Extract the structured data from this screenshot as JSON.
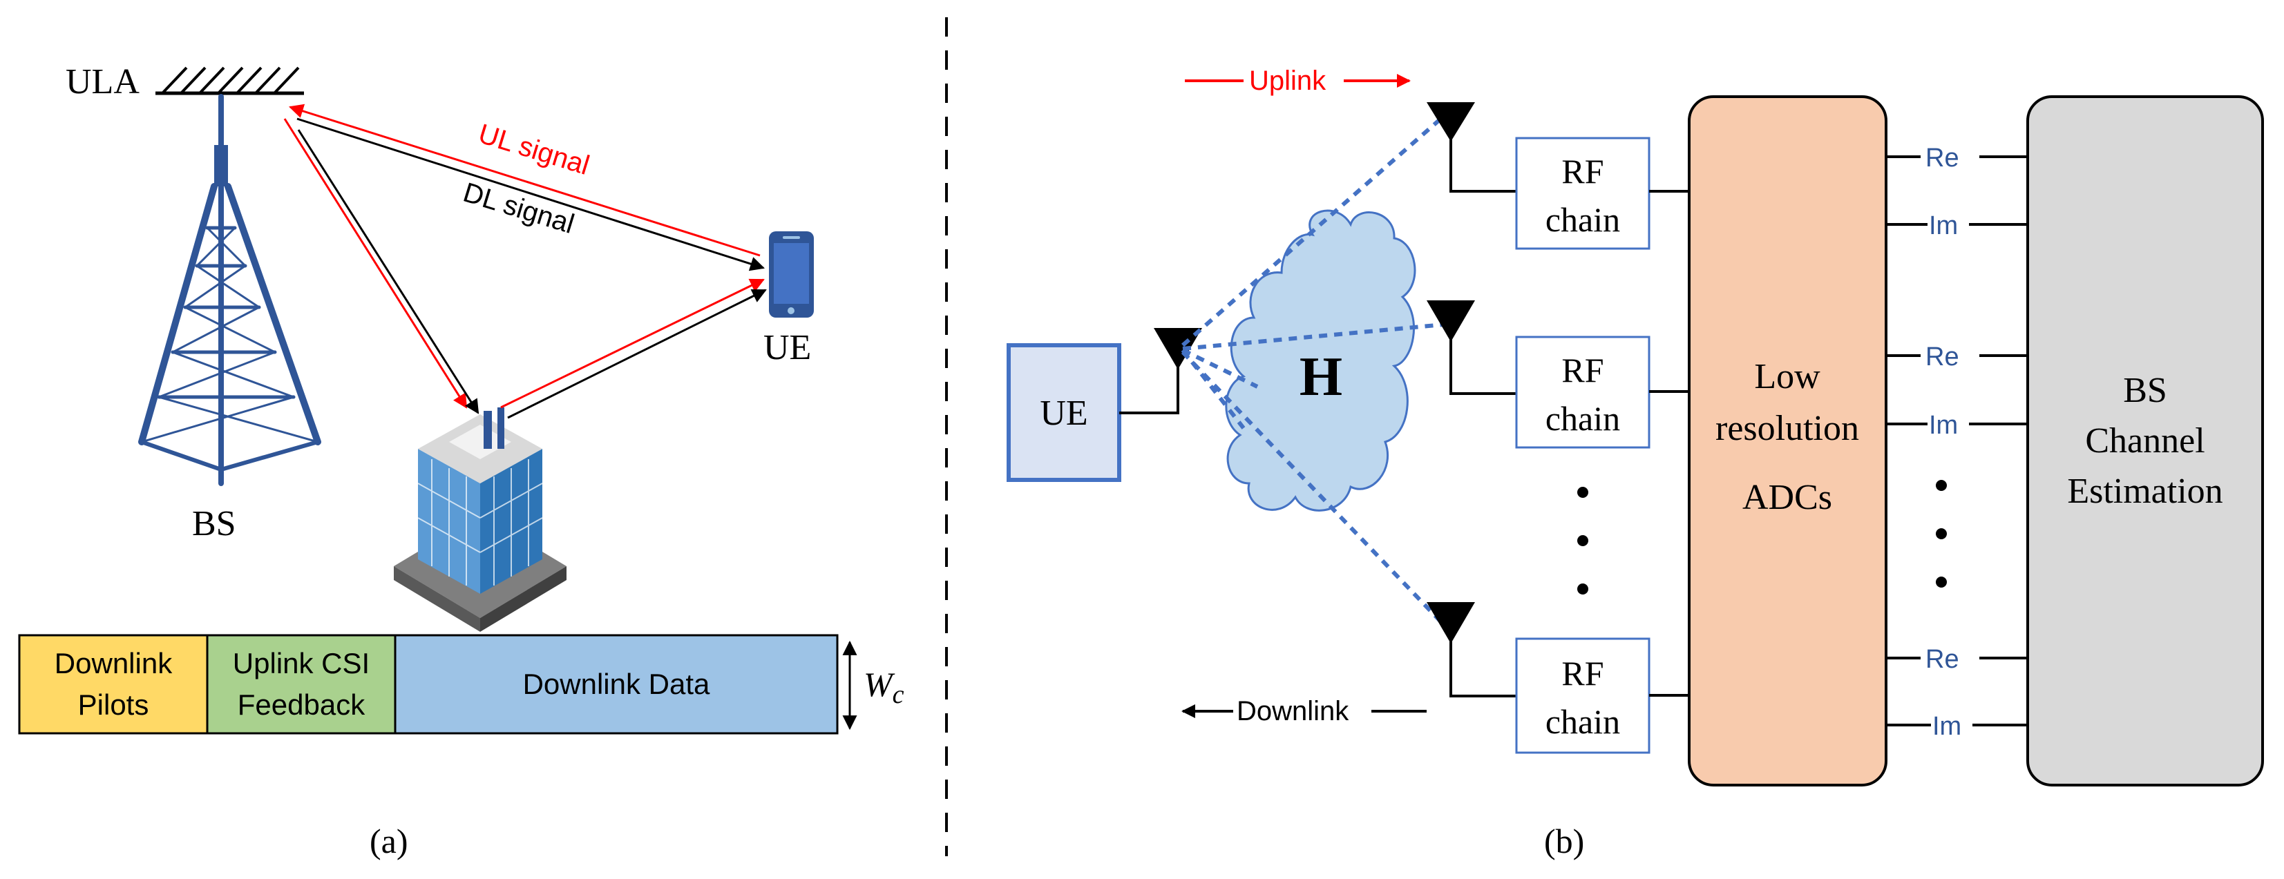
{
  "panel_a": {
    "caption": "(a)",
    "ula_label": "ULA",
    "bs_label": "BS",
    "ue_label": "UE",
    "ul_signal_label": "UL signal",
    "dl_signal_label": "DL signal",
    "frame": {
      "segments": [
        {
          "line1": "Downlink",
          "line2": "Pilots",
          "color": "#ffd966"
        },
        {
          "line1": "Uplink CSI",
          "line2": "Feedback",
          "color": "#a9d18e"
        },
        {
          "line1": "Downlink Data",
          "line2": "",
          "color": "#9dc3e6"
        }
      ],
      "width_label_main": "W",
      "width_label_sub": "c"
    }
  },
  "panel_b": {
    "caption": "(b)",
    "uplink_label": "Uplink",
    "downlink_label": "Downlink",
    "ue_label": "UE",
    "channel_label": "H",
    "rf_chain": {
      "line1": "RF",
      "line2": "chain"
    },
    "adc_block": {
      "line1": "Low",
      "line2": "resolution",
      "line3": "ADCs"
    },
    "bs_block": {
      "line1": "BS",
      "line2": "Channel",
      "line3": "Estimation"
    },
    "re_label": "Re",
    "im_label": "Im"
  },
  "colors": {
    "uplink_red": "#ff0000",
    "antenna_blue": "#2f5597",
    "link_blue": "#4472c4",
    "ue_box_fill": "#dae3f3",
    "cloud_fill": "#bdd7ee",
    "adc_fill": "#f8cbad",
    "bs_fill": "#d9d9d9"
  }
}
